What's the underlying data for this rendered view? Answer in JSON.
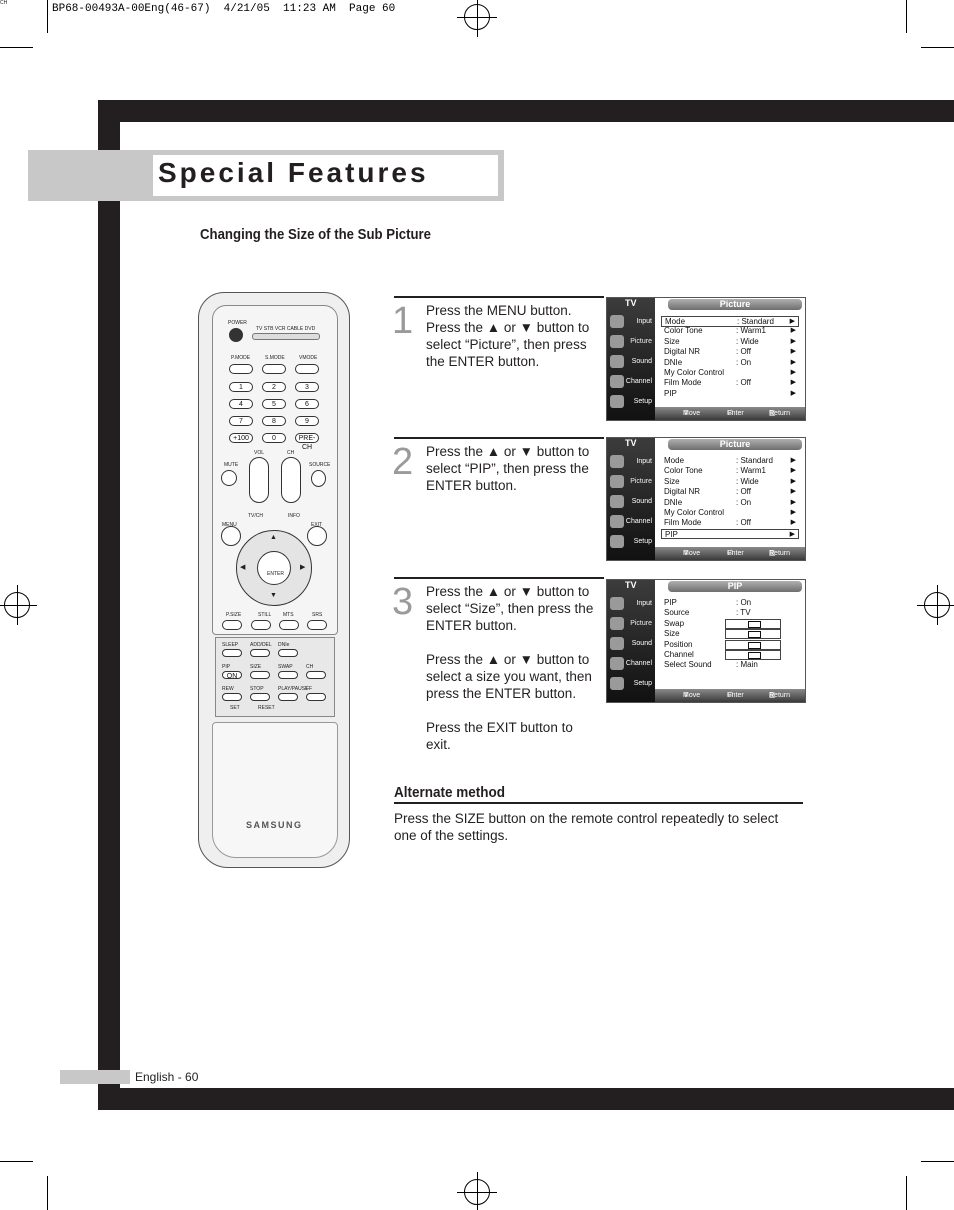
{
  "print_header": "BP68-00493A-00Eng(46-67)  4/21/05  11:23 AM  Page 60",
  "page_title": "Special Features",
  "section_heading": "Changing the Size of the Sub Picture",
  "footer": "English - 60",
  "steps": [
    {
      "number": "1",
      "paragraphs": [
        "Press the MENU button. Press the ▲ or ▼ button to select “Picture”, then press the ENTER button."
      ]
    },
    {
      "number": "2",
      "paragraphs": [
        "Press the ▲ or ▼ button to select “PIP”, then press the ENTER button."
      ]
    },
    {
      "number": "3",
      "paragraphs": [
        "Press the ▲ or ▼ button to select “Size”, then press the ENTER button.",
        "Press the ▲ or ▼ button to select a size you want, then press the ENTER button.",
        "Press the EXIT button to exit."
      ]
    }
  ],
  "alternate": {
    "heading": "Alternate method",
    "text": "Press the SIZE button on the remote control repeatedly to select one of the settings."
  },
  "osd_common": {
    "tv_label": "TV",
    "categories": [
      "Input",
      "Picture",
      "Sound",
      "Channel",
      "Setup"
    ],
    "footer": {
      "move": "Move",
      "enter": "Enter",
      "return": "Return"
    }
  },
  "osd_screens": [
    {
      "title": "Picture",
      "rows": [
        {
          "label": "Mode",
          "value": ": Standard"
        },
        {
          "label": "Color Tone",
          "value": ": Warm1"
        },
        {
          "label": "Size",
          "value": ": Wide"
        },
        {
          "label": "Digital NR",
          "value": ": Off"
        },
        {
          "label": "DNIe",
          "value": ": On"
        },
        {
          "label": "My Color Control",
          "value": ""
        },
        {
          "label": "Film Mode",
          "value": ": Off"
        },
        {
          "label": "PIP",
          "value": ""
        }
      ]
    },
    {
      "title": "Picture",
      "rows": [
        {
          "label": "Mode",
          "value": ": Standard"
        },
        {
          "label": "Color Tone",
          "value": ": Warm1"
        },
        {
          "label": "Size",
          "value": ": Wide"
        },
        {
          "label": "Digital NR",
          "value": ": Off"
        },
        {
          "label": "DNIe",
          "value": ": On"
        },
        {
          "label": "My Color Control",
          "value": ""
        },
        {
          "label": "Film Mode",
          "value": ": Off"
        },
        {
          "label": "PIP",
          "value": ""
        }
      ]
    },
    {
      "title": "PIP",
      "rows": [
        {
          "label": "PIP",
          "value": ": On"
        },
        {
          "label": "Source",
          "value": ": TV"
        },
        {
          "label": "Swap",
          "value": ""
        },
        {
          "label": "Size",
          "value": ""
        },
        {
          "label": "Position",
          "value": ""
        },
        {
          "label": "Channel",
          "value": ""
        },
        {
          "label": "Select Sound",
          "value": ": Main"
        }
      ]
    }
  ],
  "remote": {
    "brand": "SAMSUNG",
    "power": "POWER",
    "modes": "TV  STB  VCR  CABLE  DVD",
    "top_labels": [
      "P.MODE",
      "S.MODE",
      "VMODE"
    ],
    "digits": [
      "1",
      "2",
      "3",
      "4",
      "5",
      "6",
      "7",
      "8",
      "9",
      "+100",
      "0",
      "PRE-CH"
    ],
    "mid_labels": {
      "mute": "MUTE",
      "vol": "VOL",
      "ch": "CH",
      "source": "SOURCE",
      "tv_ch": "TV/CH",
      "info": "INFO",
      "menu": "MENU",
      "exit": "EXIT",
      "enter": "ENTER"
    },
    "bottom_labels": [
      "P.SIZE",
      "STILL",
      "MTS",
      "SRS"
    ],
    "lower_labels": [
      "SLEEP",
      "ADD/DEL",
      "DNIe",
      "PIP",
      "SIZE",
      "SWAP",
      "CH",
      "REW",
      "STOP",
      "PLAY/PAUSE",
      "FF",
      "SET",
      "RESET"
    ],
    "pip_on": "ON"
  }
}
